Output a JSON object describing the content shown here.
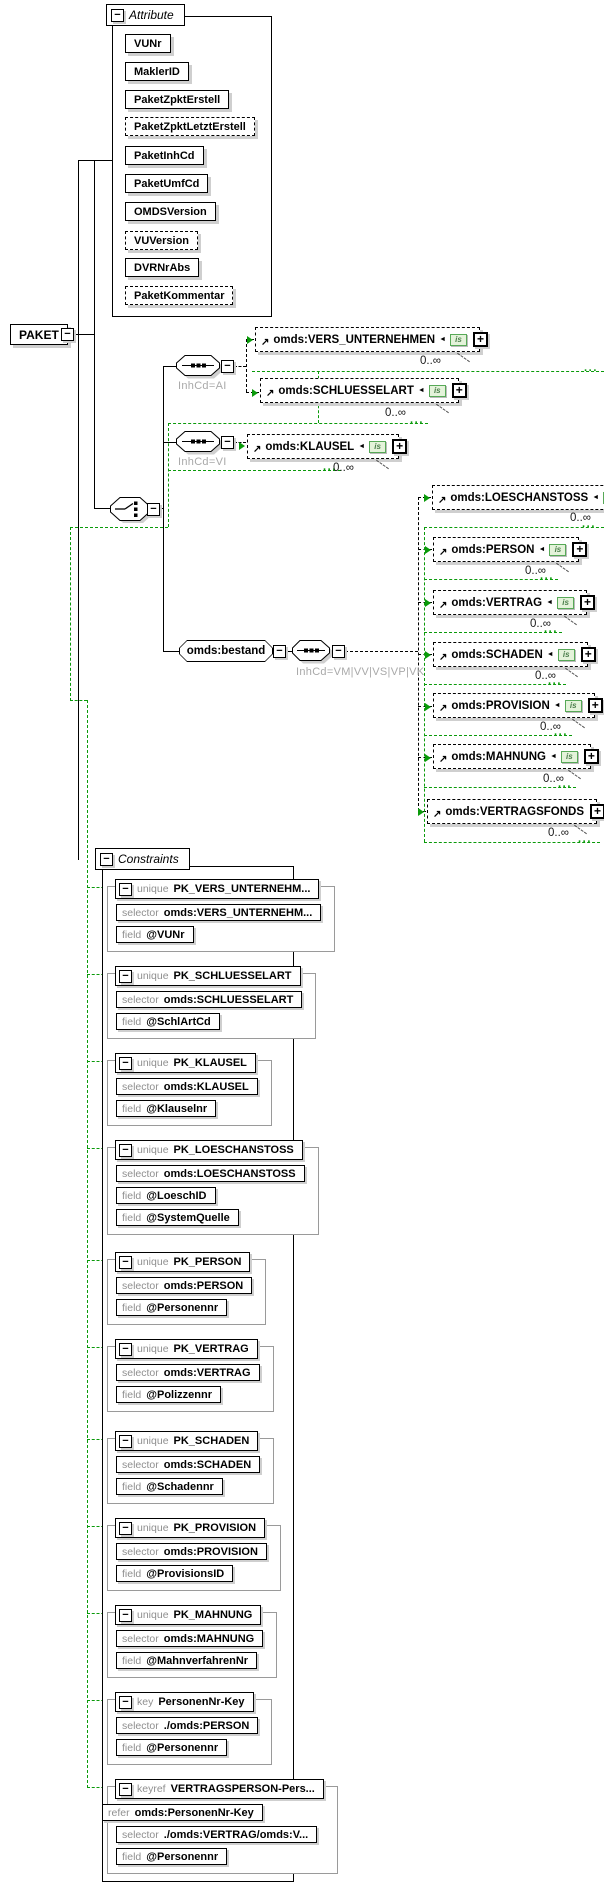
{
  "root": {
    "label": "PAKET"
  },
  "icons": {
    "collapse": "−",
    "plus": "+",
    "ref_arrow": "↗",
    "left_arrow": "◄",
    "is_badge": "is",
    "dots": "···"
  },
  "attributes": {
    "title": "Attribute",
    "items": [
      {
        "label": "VUNr",
        "optional": false
      },
      {
        "label": "MaklerID",
        "optional": false
      },
      {
        "label": "PaketZpktErstell",
        "optional": false
      },
      {
        "label": "PaketZpktLetztErstell",
        "optional": true
      },
      {
        "label": "PaketInhCd",
        "optional": false
      },
      {
        "label": "PaketUmfCd",
        "optional": false
      },
      {
        "label": "OMDSVersion",
        "optional": false
      },
      {
        "label": "VUVersion",
        "optional": true
      },
      {
        "label": "DVRNrAbs",
        "optional": false
      },
      {
        "label": "PaketKommentar",
        "optional": true
      }
    ]
  },
  "content_model": {
    "sequences": [
      {
        "condition": "InhCd=AI"
      },
      {
        "condition": "InhCd=VI"
      },
      {
        "condition": "InhCd=VM|VV|VS|VP|VK"
      }
    ],
    "bestand": {
      "label": "omds:bestand"
    },
    "elements": [
      {
        "label": "omds:VERS_UNTERNEHMEN",
        "occurrence": "0..∞",
        "identity_badge": true
      },
      {
        "label": "omds:SCHLUESSELART",
        "occurrence": "0..∞",
        "identity_badge": true
      },
      {
        "label": "omds:KLAUSEL",
        "occurrence": "0..∞",
        "identity_badge": true
      },
      {
        "label": "omds:LOESCHANSTOSS",
        "occurrence": "0..∞",
        "identity_badge": true
      },
      {
        "label": "omds:PERSON",
        "occurrence": "0..∞",
        "identity_badge": true
      },
      {
        "label": "omds:VERTRAG",
        "occurrence": "0..∞",
        "identity_badge": true
      },
      {
        "label": "omds:SCHADEN",
        "occurrence": "0..∞",
        "identity_badge": true
      },
      {
        "label": "omds:PROVISION",
        "occurrence": "0..∞",
        "identity_badge": true
      },
      {
        "label": "omds:MAHNUNG",
        "occurrence": "0..∞",
        "identity_badge": true
      },
      {
        "label": "omds:VERTRAGSFONDS",
        "occurrence": "0..∞",
        "identity_badge": false
      }
    ]
  },
  "constraints": {
    "title": "Constraints",
    "labels": {
      "unique": "unique",
      "key": "key",
      "keyref": "keyref",
      "selector": "selector",
      "field": "field",
      "refer": "refer"
    },
    "items": [
      {
        "kind": "unique",
        "name": "PK_VERS_UNTERNEHM...",
        "selector": "omds:VERS_UNTERNEHM...",
        "fields": [
          "@VUNr"
        ]
      },
      {
        "kind": "unique",
        "name": "PK_SCHLUESSELART",
        "selector": "omds:SCHLUESSELART",
        "fields": [
          "@SchlArtCd"
        ]
      },
      {
        "kind": "unique",
        "name": "PK_KLAUSEL",
        "selector": "omds:KLAUSEL",
        "fields": [
          "@Klauselnr"
        ]
      },
      {
        "kind": "unique",
        "name": "PK_LOESCHANSTOSS",
        "selector": "omds:LOESCHANSTOSS",
        "fields": [
          "@LoeschID",
          "@SystemQuelle"
        ]
      },
      {
        "kind": "unique",
        "name": "PK_PERSON",
        "selector": "omds:PERSON",
        "fields": [
          "@Personennr"
        ]
      },
      {
        "kind": "unique",
        "name": "PK_VERTRAG",
        "selector": "omds:VERTRAG",
        "fields": [
          "@Polizzennr"
        ]
      },
      {
        "kind": "unique",
        "name": "PK_SCHADEN",
        "selector": "omds:SCHADEN",
        "fields": [
          "@Schadennr"
        ]
      },
      {
        "kind": "unique",
        "name": "PK_PROVISION",
        "selector": "omds:PROVISION",
        "fields": [
          "@ProvisionsID"
        ]
      },
      {
        "kind": "unique",
        "name": "PK_MAHNUNG",
        "selector": "omds:MAHNUNG",
        "fields": [
          "@MahnverfahrenNr"
        ]
      },
      {
        "kind": "key",
        "name": "PersonenNr-Key",
        "selector": "./omds:PERSON",
        "fields": [
          "@Personennr"
        ]
      },
      {
        "kind": "keyref",
        "name": "VERTRAGSPERSON-Pers...",
        "refer": "omds:PersonenNr-Key",
        "selector": "./omds:VERTRAG/omds:V...",
        "fields": [
          "@Personennr"
        ]
      }
    ]
  },
  "colors": {
    "constraint_link_green": "#0a9a0a",
    "shadow_gray": "#cfcfcf",
    "label_gray": "#8f8f8f",
    "badge_bg": "#e4f3da",
    "badge_border": "#57a957"
  }
}
